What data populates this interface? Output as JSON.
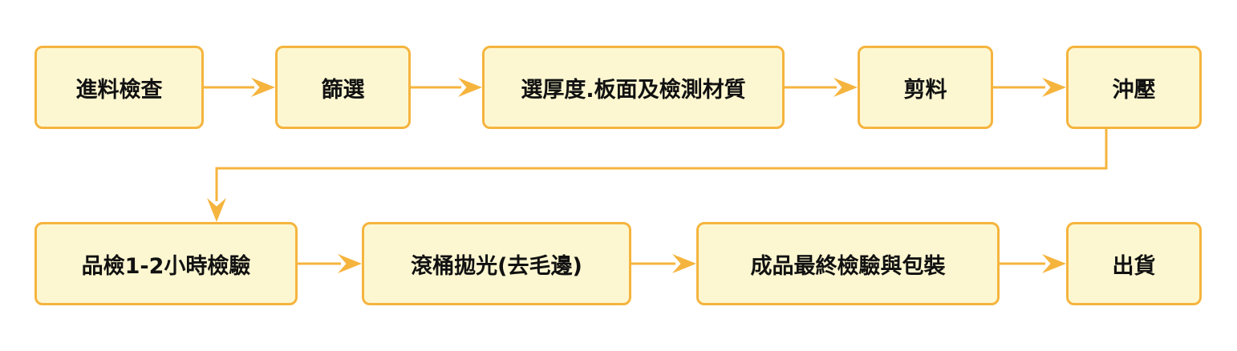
{
  "colors": {
    "node_fill": "#fdf7d1",
    "node_border": "#f5b43e",
    "connector": "#f5b43e",
    "text": "#111111"
  },
  "flow": {
    "steps": [
      {
        "id": "s1",
        "label": "進料檢查"
      },
      {
        "id": "s2",
        "label": "篩選"
      },
      {
        "id": "s3",
        "label": "選厚度.板面及檢測材質"
      },
      {
        "id": "s4",
        "label": "剪料"
      },
      {
        "id": "s5",
        "label": "沖壓"
      },
      {
        "id": "s6",
        "label": "品檢1-2小時檢驗"
      },
      {
        "id": "s7",
        "label": "滾桶拋光(去毛邊)"
      },
      {
        "id": "s8",
        "label": "成品最終檢驗與包裝"
      },
      {
        "id": "s9",
        "label": "出貨"
      }
    ],
    "connections": [
      [
        "s1",
        "s2"
      ],
      [
        "s2",
        "s3"
      ],
      [
        "s3",
        "s4"
      ],
      [
        "s4",
        "s5"
      ],
      [
        "s5",
        "s6"
      ],
      [
        "s6",
        "s7"
      ],
      [
        "s7",
        "s8"
      ],
      [
        "s8",
        "s9"
      ]
    ]
  }
}
